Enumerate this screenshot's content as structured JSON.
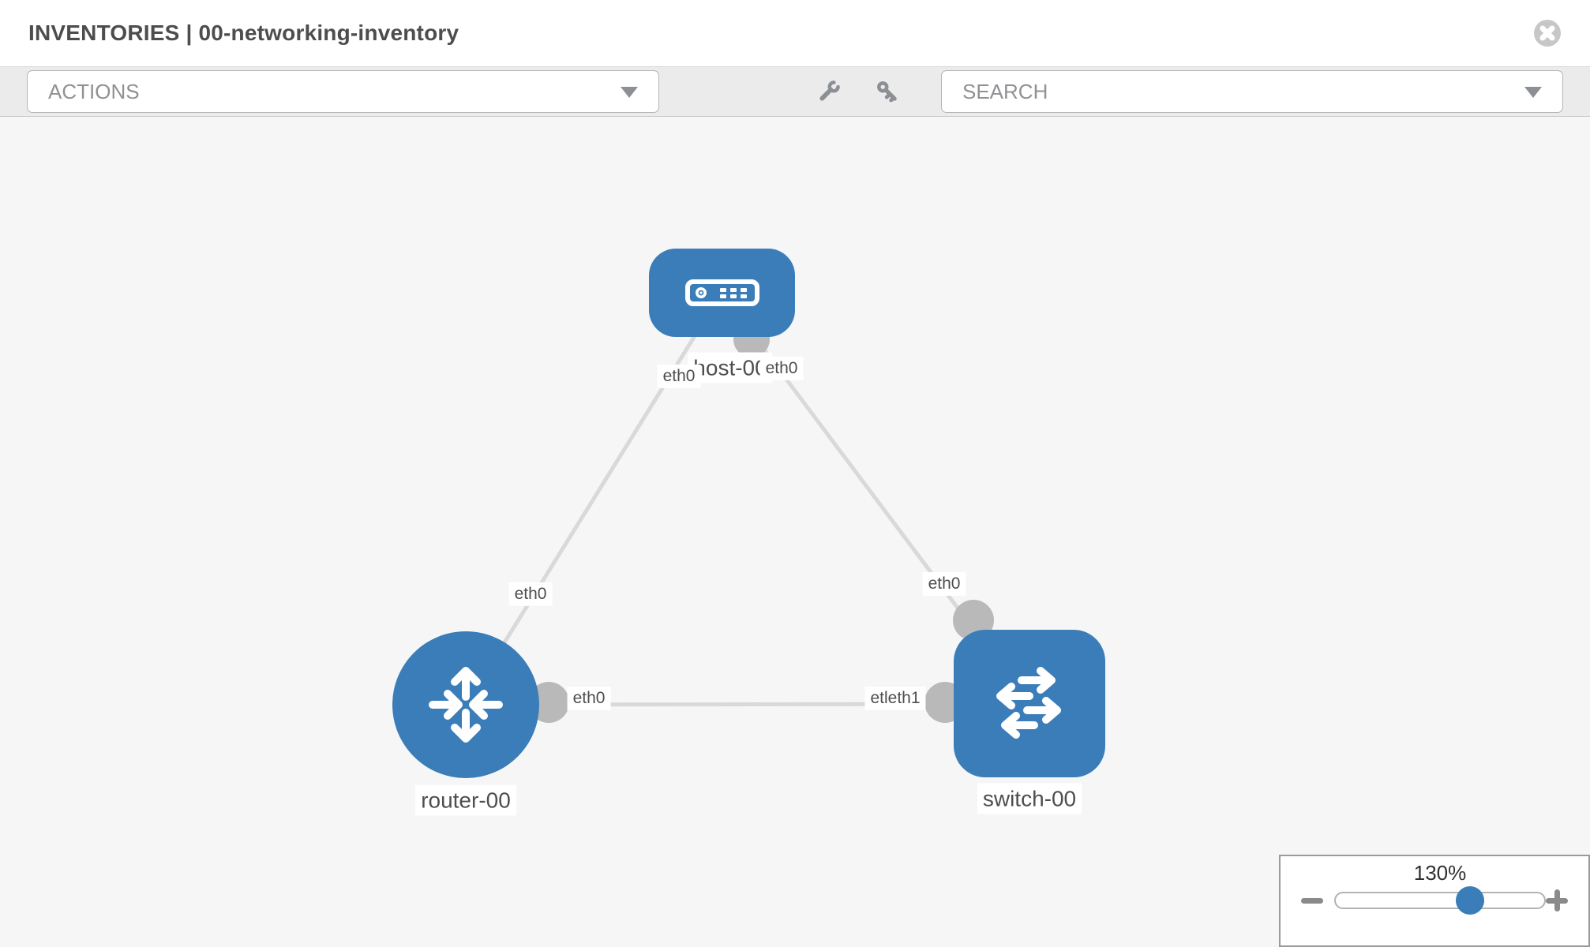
{
  "header": {
    "title": "INVENTORIES | 00-networking-inventory",
    "close_icon": "close-circle"
  },
  "toolbar": {
    "actions_dropdown": {
      "value": "ACTIONS",
      "caret_icon": "chevron-down"
    },
    "tools": [
      {
        "icon": "wrench"
      },
      {
        "icon": "key"
      }
    ],
    "search_dropdown": {
      "value": "SEARCH",
      "caret_icon": "chevron-down"
    }
  },
  "canvas": {
    "colors": {
      "node_fill": "#3a7db8",
      "link": "#d9d9d9",
      "connector": "#b9b9b9",
      "canvas_bg": "#f6f6f6",
      "label_text": "#4e4e4e"
    },
    "nodes": [
      {
        "label": "host-00",
        "type": "host",
        "icon": "server"
      },
      {
        "label": "router-00",
        "type": "router",
        "icon": "router-arrows"
      },
      {
        "label": "switch-00",
        "type": "switch",
        "icon": "switch-arrows"
      }
    ],
    "links": [
      {
        "from": "host-00",
        "to": "router-00",
        "from_label": "eth0",
        "to_label": "eth0"
      },
      {
        "from": "host-00",
        "to": "switch-00",
        "from_label": "eth0",
        "to_label": "eth0"
      },
      {
        "from": "router-00",
        "to": "switch-00",
        "from_label": "eth0",
        "to_label": "etleth1"
      }
    ],
    "zoom_control": {
      "level": "130%",
      "minus_icon": "minus",
      "plus_icon": "plus",
      "thumb_color": "#3a7db8"
    }
  }
}
